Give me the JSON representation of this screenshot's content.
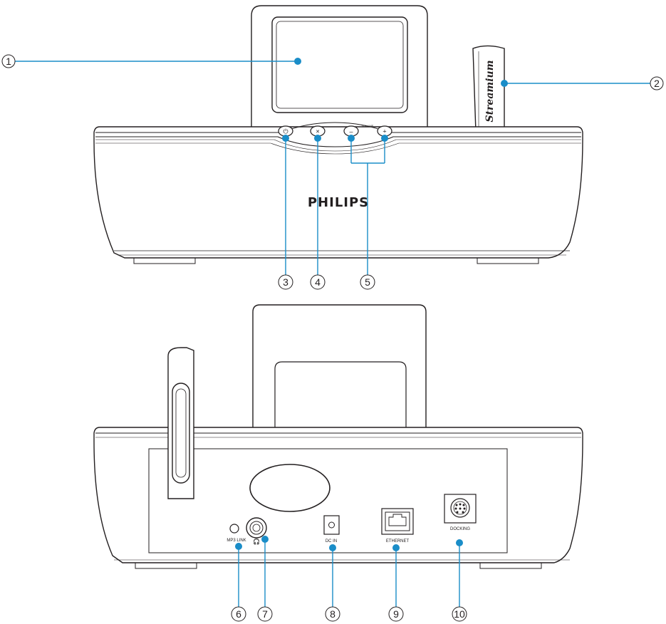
{
  "front": {
    "brand": "PHILIPS",
    "antenna_text": "Streamium",
    "volume_label": "VOLUME",
    "buttons": [
      {
        "icon": "power-icon",
        "glyph": "⏻"
      },
      {
        "icon": "mute-icon",
        "glyph": "✕"
      },
      {
        "icon": "volume-down-icon",
        "glyph": "–"
      },
      {
        "icon": "volume-up-icon",
        "glyph": "+"
      }
    ]
  },
  "back": {
    "ports": {
      "mp3_link": "MP3 LINK",
      "headphone": "🎧",
      "dc_in": "DC IN",
      "ethernet": "ETHERNET",
      "docking": "DOCKING"
    }
  },
  "callouts": [
    "1",
    "2",
    "3",
    "4",
    "5",
    "6",
    "7",
    "8",
    "9",
    "10"
  ],
  "colors": {
    "callout": "#1a8dc8",
    "outline": "#231f20"
  }
}
